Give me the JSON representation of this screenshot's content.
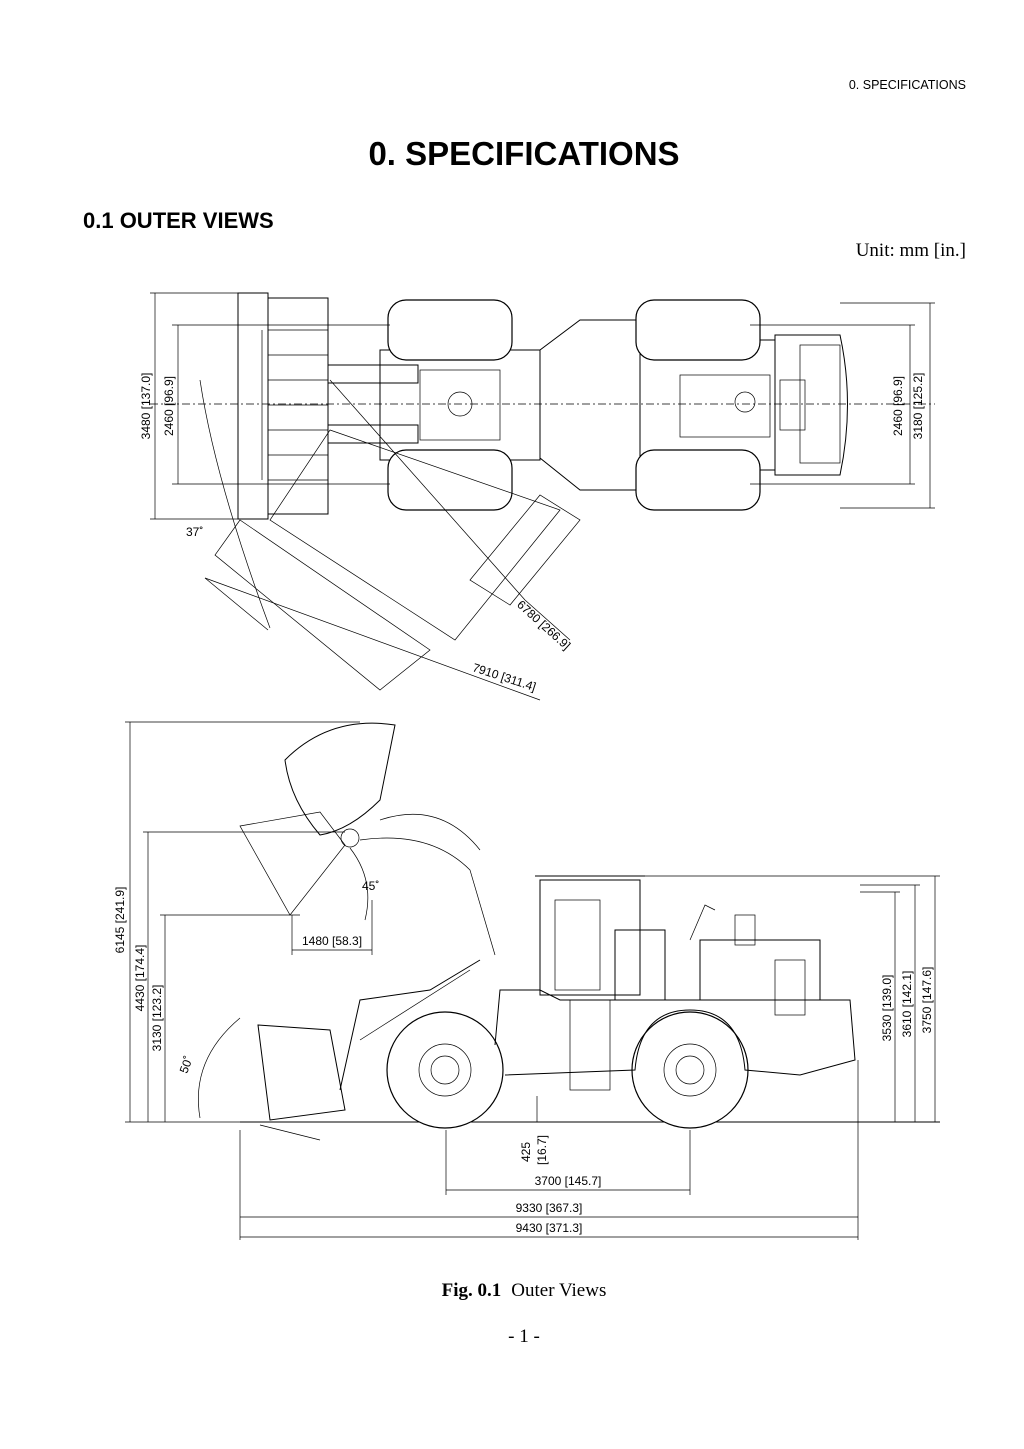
{
  "header": {
    "running_title": "0.  SPECIFICATIONS"
  },
  "title": "0.  SPECIFICATIONS",
  "section": {
    "heading": "0.1  OUTER VIEWS",
    "unit": "Unit: mm [in.]"
  },
  "top_view_dims": {
    "overall_width_bucket": "3480 [137.0]",
    "tread_front": "2460 [96.9]",
    "tread_rear": "2460 [96.9]",
    "overall_width_rear": "3180 [125.2]",
    "articulation_angle": "37˚",
    "turning_radius_tire": "6780 [266.9]",
    "turning_radius_bucket": "7910 [311.4]"
  },
  "side_view_dims": {
    "max_height": "6145 [241.9]",
    "hinge_pin_height": "4430 [174.4]",
    "dump_clearance": "3130 [123.2]",
    "dump_reach": "1480 [58.3]",
    "dump_angle": "45˚",
    "rollback_angle": "50˚",
    "ground_clearance_mm": "425",
    "ground_clearance_in": "[16.7]",
    "wheelbase": "3700 [145.7]",
    "length_bucket_ground": "9330 [367.3]",
    "overall_length": "9430 [371.3]",
    "height_cab": "3530 [139.0]",
    "height_exhaust": "3610 [142.1]",
    "height_rops": "3750 [147.6]"
  },
  "figure": {
    "label": "Fig. 0.1",
    "caption": "Outer Views"
  },
  "page_number": "- 1 -"
}
